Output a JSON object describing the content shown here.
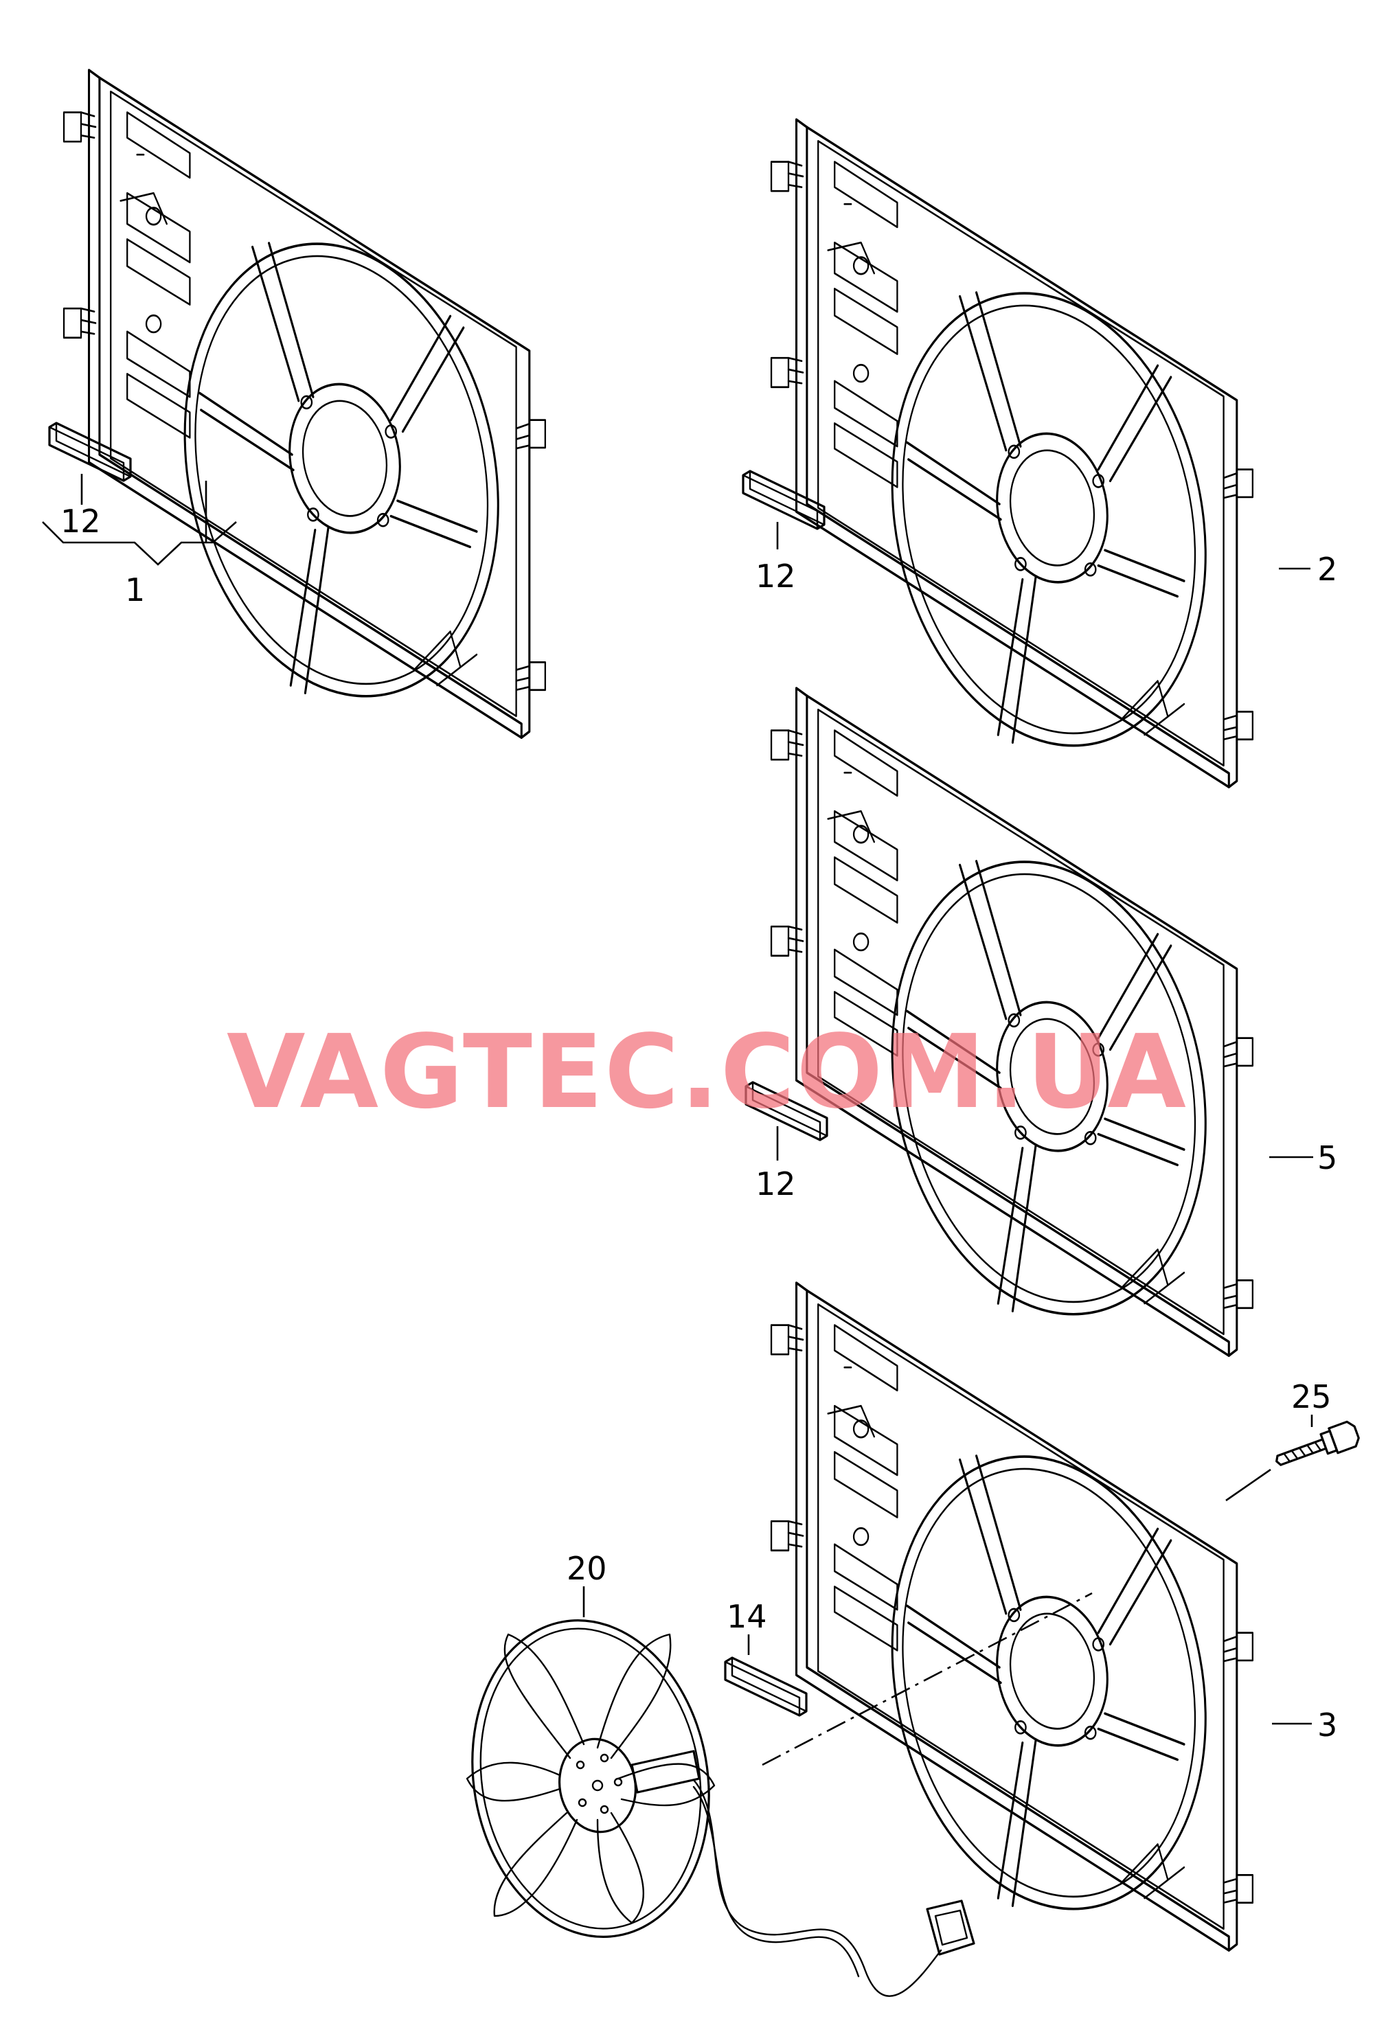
{
  "diagram": {
    "callouts": {
      "c1": "1",
      "c2": "2",
      "c3": "3",
      "c5": "5",
      "c12a": "12",
      "c12b": "12",
      "c12c": "12",
      "c14": "14",
      "c20": "20",
      "c25": "25"
    },
    "watermark": "VAGTEC.COM.UA"
  }
}
